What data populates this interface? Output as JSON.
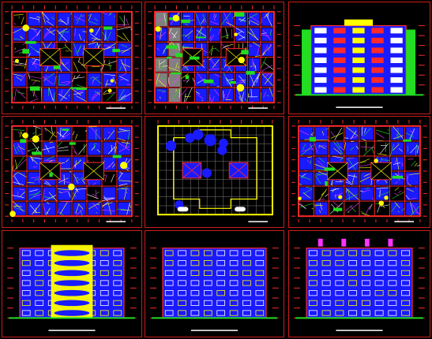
{
  "sheets": [
    {
      "id": "plan-1",
      "kind": "floor-plan"
    },
    {
      "id": "plan-2",
      "kind": "floor-plan-landscape"
    },
    {
      "id": "elevation-1",
      "kind": "front-elevation"
    },
    {
      "id": "plan-3",
      "kind": "floor-plan"
    },
    {
      "id": "plan-4",
      "kind": "roof-plan"
    },
    {
      "id": "plan-5",
      "kind": "floor-plan"
    },
    {
      "id": "elevation-2",
      "kind": "elevation"
    },
    {
      "id": "elevation-3",
      "kind": "side-elevation"
    },
    {
      "id": "elevation-4",
      "kind": "section-elevation"
    }
  ],
  "colors": {
    "background": "#000000",
    "frame": "#c81e1e",
    "wall_red": "#ff2a2a",
    "fill_blue": "#1a1aff",
    "accent_yellow": "#ffff00",
    "accent_green": "#22dd22",
    "accent_magenta": "#ff33ff",
    "line_white": "#ffffff",
    "hatch_gray": "#808080"
  }
}
